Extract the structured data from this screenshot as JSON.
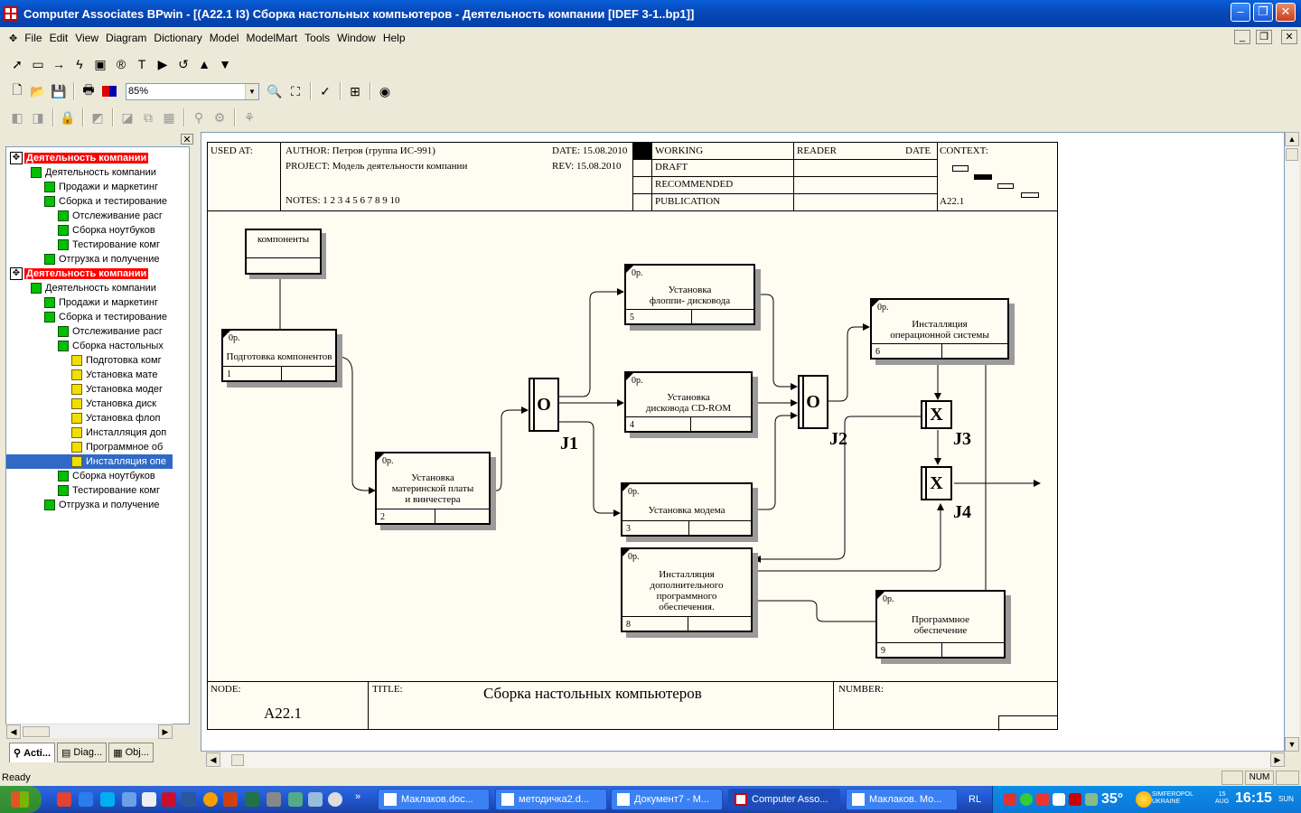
{
  "window": {
    "title": "Computer Associates BPwin - [(A22.1 I3) Сборка настольных  компьютеров - Деятельность компании  [IDEF 3-1..bp1]]",
    "min": "‒",
    "restore": "❐",
    "close": "✕"
  },
  "menu": [
    "File",
    "Edit",
    "View",
    "Diagram",
    "Dictionary",
    "Model",
    "ModelMart",
    "Tools",
    "Window",
    "Help"
  ],
  "zoom": "85%",
  "tree": [
    {
      "label": "Деятельность компании",
      "level": 0,
      "type": "root",
      "hl": true
    },
    {
      "label": "Деятельность компании",
      "level": 1,
      "type": "g"
    },
    {
      "label": "Продажи и маркетинг",
      "level": 2,
      "type": "g"
    },
    {
      "label": "Сборка и тестирование",
      "level": 2,
      "type": "g"
    },
    {
      "label": "Отслеживание  расг",
      "level": 3,
      "type": "g"
    },
    {
      "label": "Сборка ноутбуков",
      "level": 3,
      "type": "g"
    },
    {
      "label": "Тестирование  комг",
      "level": 3,
      "type": "g"
    },
    {
      "label": "Отгрузка и получение",
      "level": 2,
      "type": "g"
    },
    {
      "label": "Деятельность компании",
      "level": 0,
      "type": "root",
      "hl": true
    },
    {
      "label": "Деятельность компании",
      "level": 1,
      "type": "g"
    },
    {
      "label": "Продажи и маркетинг",
      "level": 2,
      "type": "g"
    },
    {
      "label": "Сборка и тестирование",
      "level": 2,
      "type": "g"
    },
    {
      "label": "Отслеживание  расг",
      "level": 3,
      "type": "g"
    },
    {
      "label": "Сборка настольных",
      "level": 3,
      "type": "g"
    },
    {
      "label": "Подготовка комг",
      "level": 4,
      "type": "y"
    },
    {
      "label": "Установка  мате",
      "level": 4,
      "type": "y"
    },
    {
      "label": "Установка  модег",
      "level": 4,
      "type": "y"
    },
    {
      "label": "Установка  диск",
      "level": 4,
      "type": "y"
    },
    {
      "label": "Установка  флоп",
      "level": 4,
      "type": "y"
    },
    {
      "label": "Инсталляция  доп",
      "level": 4,
      "type": "y"
    },
    {
      "label": "Программное  об",
      "level": 4,
      "type": "y"
    },
    {
      "label": "Инсталляция  опе",
      "level": 4,
      "type": "y",
      "sel": true
    },
    {
      "label": "Сборка ноутбуков",
      "level": 3,
      "type": "g"
    },
    {
      "label": "Тестирование  комг",
      "level": 3,
      "type": "g"
    },
    {
      "label": "Отгрузка и получение",
      "level": 2,
      "type": "g"
    }
  ],
  "tabs": [
    "Acti...",
    "Diag...",
    "Obj..."
  ],
  "header": {
    "used_at": "USED AT:",
    "author": "AUTHOR:  Петров (группа ИС-991)",
    "project": "PROJECT:  Модель деятельности компании",
    "notes": "NOTES:  1  2  3  4  5  6  7  8  9  10",
    "date": "DATE:  15.08.2010",
    "rev": "REV:     15.08.2010",
    "working": "WORKING",
    "draft": "DRAFT",
    "recommended": "RECOMMENDED",
    "publication": "PUBLICATION",
    "reader": "READER",
    "date2": "DATE",
    "context": "CONTEXT:",
    "context_node": "A22.1"
  },
  "footer": {
    "node_label": "NODE:",
    "node": "A22.1",
    "title_label": "TITLE:",
    "title": "Сборка настольных  компьютеров",
    "number_label": "NUMBER:"
  },
  "diagram": {
    "ref": "компоненты",
    "boxes": [
      {
        "pr": "0р.",
        "text": "Подготовка компонентов",
        "num": "1"
      },
      {
        "pr": "0р.",
        "text": "Установка\nматеринской платы\nи винчестера",
        "num": "2"
      },
      {
        "pr": "0р.",
        "text": "Установка\nфлоппи- дисковода",
        "num": "5"
      },
      {
        "pr": "0р.",
        "text": "Установка\nдисковода CD-ROM",
        "num": "4"
      },
      {
        "pr": "0р.",
        "text": "Установка модема",
        "num": "3"
      },
      {
        "pr": "0р.",
        "text": "Инсталляция\nоперационной системы",
        "num": "6"
      },
      {
        "pr": "0р.",
        "text": "Инсталляция\nдополнительного\nпрограммного\nобеспечения.",
        "num": "8"
      },
      {
        "pr": "0р.",
        "text": "Программное\nобеспечение",
        "num": "9"
      }
    ],
    "junctions": [
      {
        "sym": "O",
        "label": "J1"
      },
      {
        "sym": "O",
        "label": "J2"
      },
      {
        "sym": "X",
        "label": "J3"
      },
      {
        "sym": "X",
        "label": "J4"
      }
    ]
  },
  "status": {
    "text": "Ready",
    "num": "NUM"
  },
  "taskbar": {
    "tasks": [
      "Маклаков.doc...",
      "методичка2.d...",
      "Документ7 - М...",
      "Computer Asso...",
      "Маклаков. Мо..."
    ],
    "lang": "RL",
    "temp": "35°",
    "city": "SIMFEROPOL",
    "country": "UKRAINE",
    "day": "15",
    "month": "AUG",
    "time": "16:15",
    "weekday": "SUN"
  }
}
